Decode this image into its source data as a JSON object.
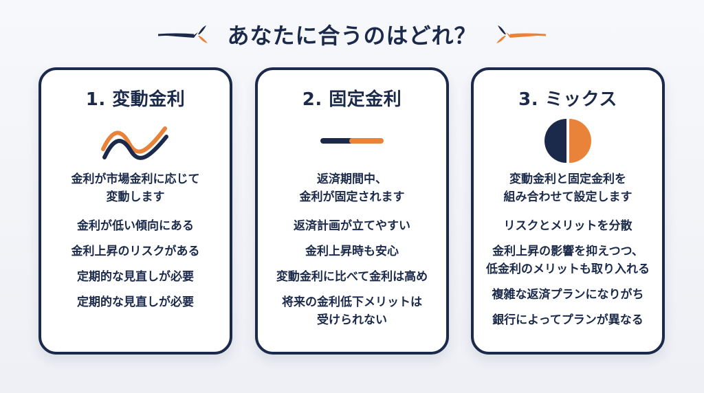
{
  "header": {
    "title": "あなたに合うのはどれ？"
  },
  "colors": {
    "navy": "#1b2a4a",
    "orange": "#e9833a",
    "card_bg": "#ffffff",
    "page_bg": "#f3f4f8"
  },
  "cards": [
    {
      "title": "1. 変動金利",
      "icon": "wave-line-icon",
      "description": "金利が市場金利に応じて\n変動します",
      "points": [
        "金利が低い傾向にある",
        "金利上昇のリスクがある",
        "定期的な見直しが必要",
        "定期的な見直しが必要"
      ]
    },
    {
      "title": "2. 固定金利",
      "icon": "flat-bar-icon",
      "description": "返済期間中、\n金利が固定されます",
      "points": [
        "返済計画が立てやすい",
        "金利上昇時も安心",
        "変動金利に比べて金利は高め",
        "将来の金利低下メリットは\n受けられない"
      ]
    },
    {
      "title": "3. ミックス",
      "icon": "half-circle-icon",
      "description": "変動金利と固定金利を\n組み合わせて設定します",
      "points": [
        "リスクとメリットを分散",
        "金利上昇の影響を抑えつつ、\n低金利のメリットも取り入れる",
        "複雑な返済プランになりがち",
        "銀行によってプランが異なる"
      ]
    }
  ]
}
